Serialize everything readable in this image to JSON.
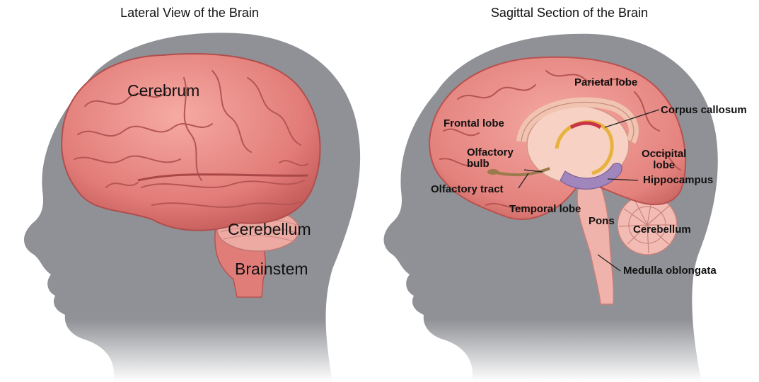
{
  "left_panel": {
    "title": "Lateral View of the Brain",
    "labels": {
      "cerebrum": "Cerebrum",
      "cerebellum": "Cerebellum",
      "brainstem": "Brainstem"
    }
  },
  "right_panel": {
    "title": "Sagittal Section of the Brain",
    "labels": {
      "parietal_lobe": "Parietal lobe",
      "corpus_callosum": "Corpus callosum",
      "frontal_lobe": "Frontal lobe",
      "olfactory_bulb": "Olfactory\nbulb",
      "occipital_lobe": "Occipital\nlobe",
      "hippocampus": "Hippocampus",
      "olfactory_tract": "Olfactory tract",
      "temporal_lobe": "Temporal lobe",
      "pons": "Pons",
      "cerebellum": "Cerebellum",
      "medulla_oblongata": "Medulla oblongata"
    }
  },
  "colors": {
    "head_silhouette": "#8f9196",
    "brain": "#e98a86",
    "brain_shadow": "#c85e5c",
    "cerebellum": "#efb0a8",
    "hippocampus": "#9b7fb6",
    "corpus_callosum": "#f2c9b7",
    "accent_yellow": "#e7b23d"
  }
}
